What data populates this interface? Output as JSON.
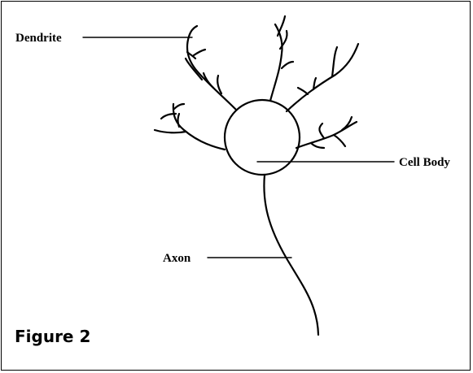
{
  "figure": {
    "caption": "Figure 2",
    "labels": {
      "dendrite": "Dendrite",
      "cell_body": "Cell Body",
      "axon": "Axon"
    }
  },
  "colors": {
    "ink": "#000000",
    "background": "#ffffff"
  }
}
